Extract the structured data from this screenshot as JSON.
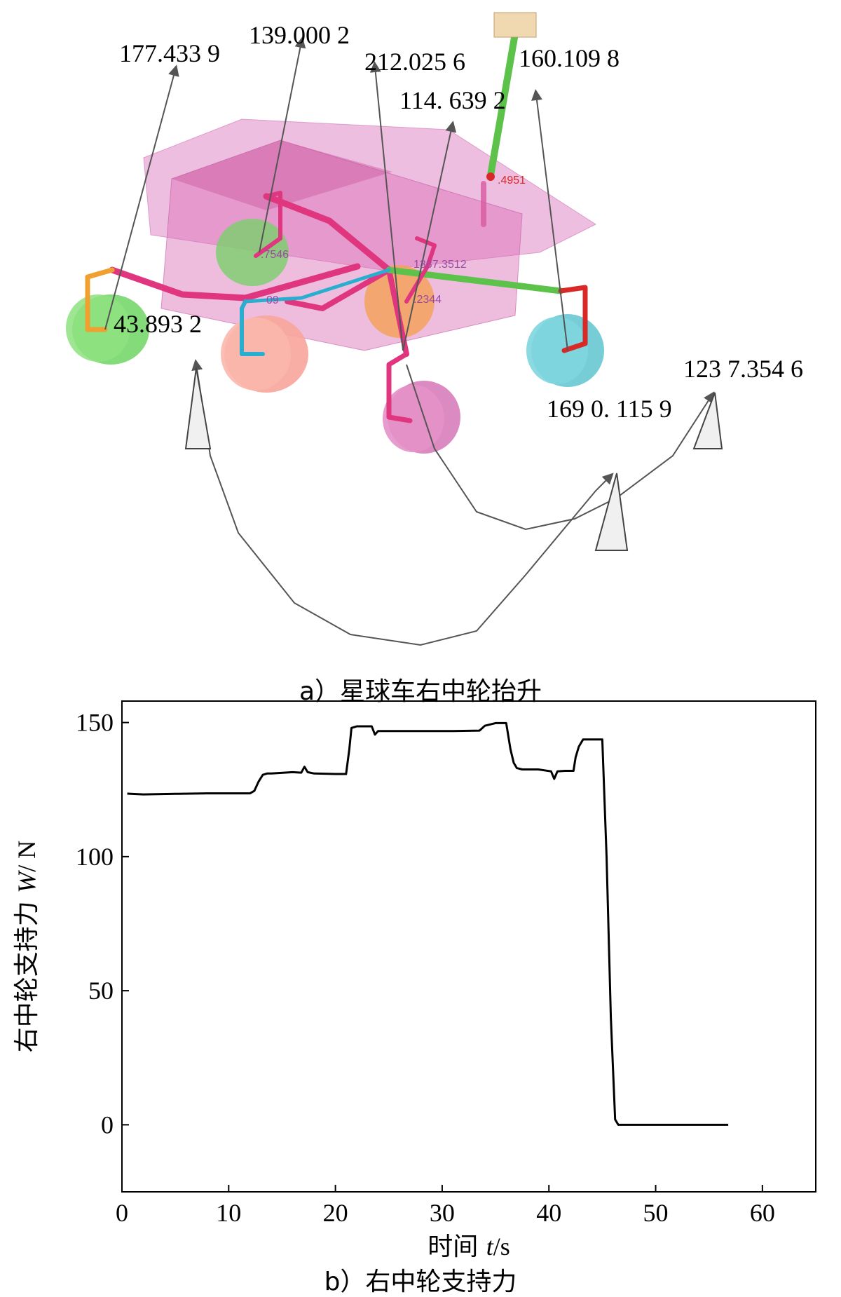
{
  "caption_a": "a）星球车右中轮抬升",
  "caption_b": "b）右中轮支持力",
  "labels": {
    "l1": "177.433 9",
    "l2": "139.000 2",
    "l3": "212.025 6",
    "l4": "160.109 8",
    "l5": "114. 639 2",
    "l6": "43.893 2",
    "l7": "123 7.354 6",
    "l8": "169 0. 115 9",
    "s1": ".7546",
    "s2": "1387.3512",
    "s3": ".2344",
    "s4": "09",
    "s5": ".4951"
  },
  "colors": {
    "body": "#d970b8",
    "green": "#5cc24a",
    "magenta": "#e0367f",
    "orange": "#f0a030",
    "cyan": "#2aaed0",
    "red": "#d82828",
    "wheel_green": "#7ed870",
    "wheel_pink": "#f59a8e",
    "wheel_orange": "#f4a05a",
    "wheel_magenta": "#d978b8",
    "wheel_cyan": "#6fd0d8"
  },
  "chart_data": {
    "type": "line",
    "title": "",
    "xlabel_prefix": "时间",
    "xlabel_var": "t",
    "xlabel_unit": "/s",
    "ylabel_prefix": "右中轮支持力",
    "ylabel_var": "W",
    "ylabel_unit": "/ N",
    "xlim": [
      0,
      65
    ],
    "ylim": [
      -25,
      158
    ],
    "xticks": [
      0,
      10,
      20,
      30,
      40,
      50,
      60
    ],
    "yticks": [
      0,
      50,
      100,
      150
    ],
    "grid": false,
    "series": [
      {
        "x": [
          0.5,
          2.0,
          5.0,
          8.0,
          10.0,
          12.0,
          12.4,
          12.8,
          13.2,
          13.6,
          14.0,
          16.0,
          16.8,
          17.1,
          17.4,
          18.0,
          20.0,
          21.0,
          21.3,
          21.5,
          22.0,
          23.4,
          23.7,
          24.0,
          24.5,
          28.0,
          31.0,
          33.5,
          34.0,
          35.0,
          36.0,
          36.4,
          36.7,
          37.0,
          37.5,
          39.0,
          40.2,
          40.5,
          40.8,
          41.5,
          42.3,
          42.5,
          42.8,
          43.2,
          44.0,
          45.0,
          45.4,
          45.8,
          46.2,
          46.5,
          47.0,
          50.0,
          55.0,
          56.8
        ],
        "y": [
          123.5,
          123.2,
          123.4,
          123.6,
          123.6,
          123.6,
          124.5,
          128.0,
          130.5,
          131.0,
          131.0,
          131.5,
          131.3,
          133.5,
          131.5,
          131.0,
          130.8,
          130.8,
          140.0,
          148.0,
          148.6,
          148.6,
          145.5,
          146.8,
          146.8,
          146.8,
          146.8,
          147.0,
          148.8,
          149.8,
          149.8,
          140.0,
          135.0,
          133.0,
          132.5,
          132.5,
          131.8,
          129.0,
          131.8,
          132.0,
          132.0,
          137.0,
          141.0,
          143.7,
          143.7,
          143.7,
          100.0,
          40.0,
          2.0,
          0.0,
          0.0,
          0.0,
          0.0,
          0.0
        ]
      }
    ]
  }
}
